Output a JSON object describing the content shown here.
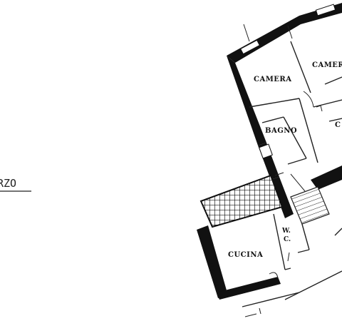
{
  "floor_label": "RZO",
  "rooms": {
    "camera_1": "CAMERA",
    "camera_2": "CAMER",
    "bagno": "BAGNO",
    "cucina": "CUCINA",
    "partial": "C"
  },
  "wc_label": {
    "line1": "W.",
    "line2": "C."
  },
  "colors": {
    "wall": "#111111",
    "line": "#222222",
    "background": "#ffffff"
  }
}
